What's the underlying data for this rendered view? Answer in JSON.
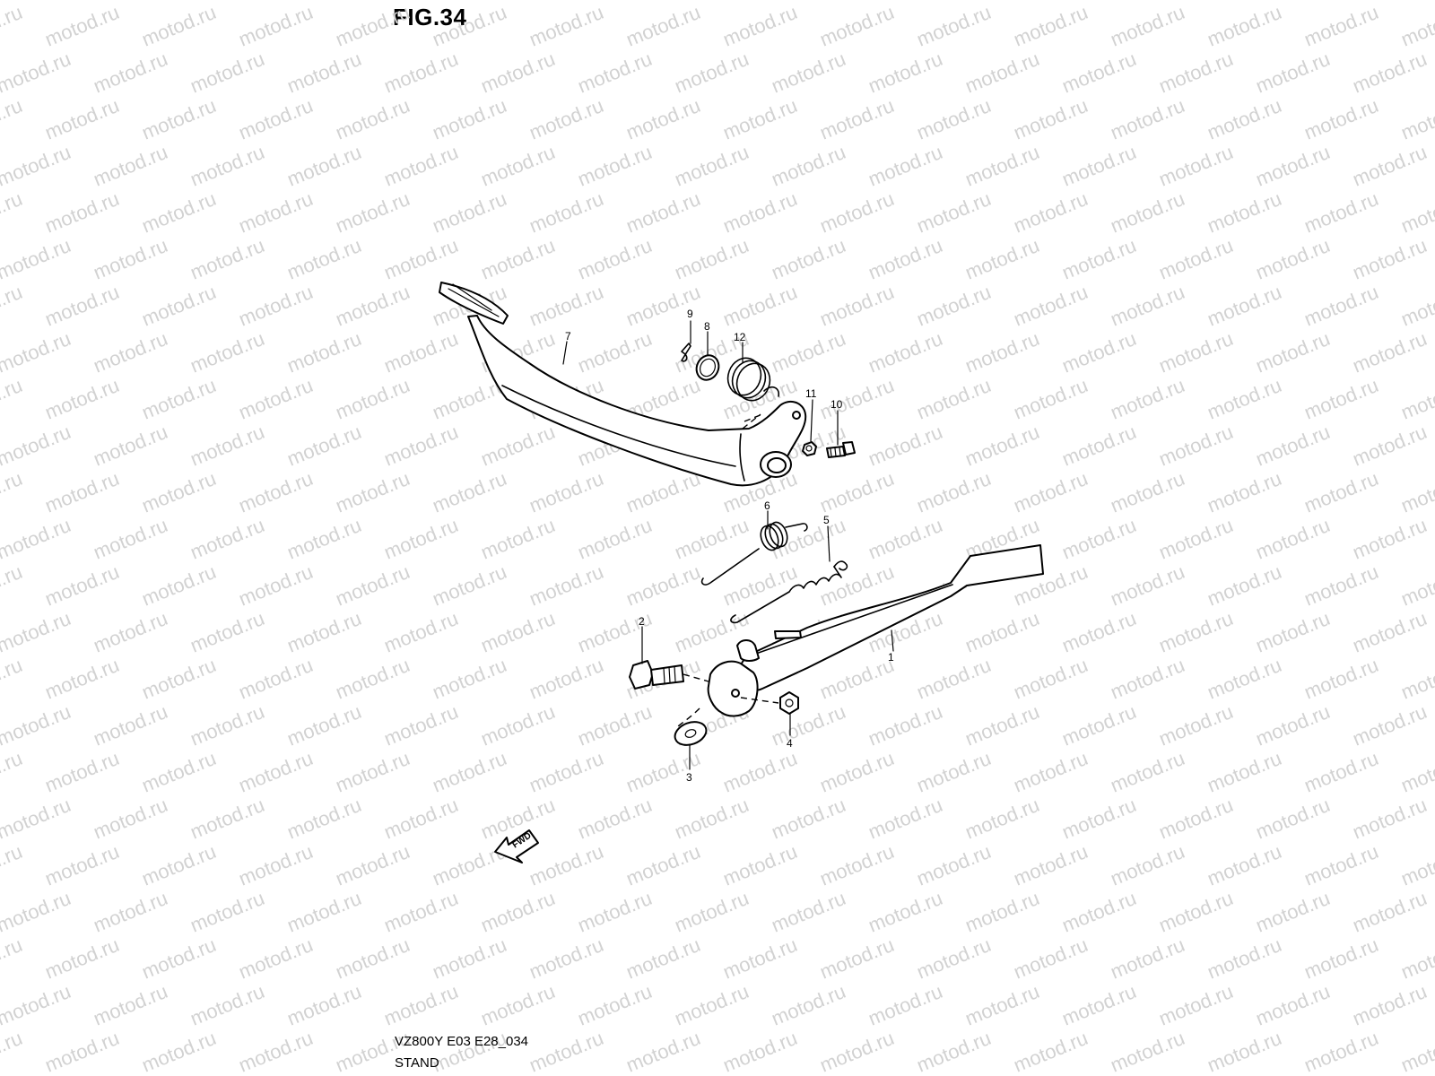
{
  "figure": {
    "title": "FIG.34",
    "model_code": "VZ800Y E03 E28_034",
    "section_name": "STAND",
    "watermark": "motod.ru",
    "fwd_label": "FWD"
  },
  "parts": [
    {
      "number": "1",
      "part": "stand-lever"
    },
    {
      "number": "2",
      "part": "pivot-bolt"
    },
    {
      "number": "3",
      "part": "washer"
    },
    {
      "number": "4",
      "part": "nut"
    },
    {
      "number": "5",
      "part": "spring-small"
    },
    {
      "number": "6",
      "part": "spring-large"
    },
    {
      "number": "7",
      "part": "brake-pedal"
    },
    {
      "number": "8",
      "part": "ring"
    },
    {
      "number": "9",
      "part": "pin"
    },
    {
      "number": "10",
      "part": "bolt"
    },
    {
      "number": "11",
      "part": "small-nut"
    },
    {
      "number": "12",
      "part": "return-spring"
    }
  ]
}
